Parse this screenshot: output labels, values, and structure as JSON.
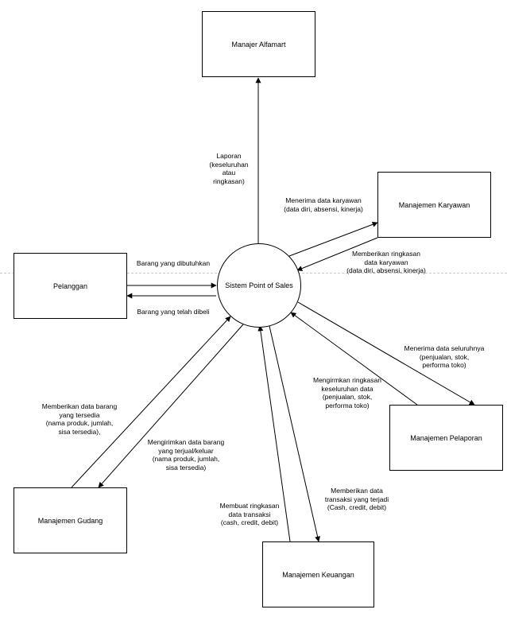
{
  "process": {
    "label": "Sistem Point of Sales"
  },
  "entities": {
    "manajer": "Manajer Alfamart",
    "pelanggan": "Pelanggan",
    "karyawan": "Manajemen Karyawan",
    "pelaporan": "Manajemen Pelaporan",
    "gudang": "Manajemen Gudang",
    "keuangan": "Manajemen Keuangan"
  },
  "flows": {
    "laporan": "Laporan\n(keseluruhan\natau\nringkasan)",
    "karyawan_in": "Menerima data karyawan\n(data diri, absensi, kinerja)",
    "karyawan_out": "Memberikan ringkasan\ndata karyawan\n(data diri, absensi, kinerja)",
    "pelanggan_in": "Barang yang dibutuhkan",
    "pelanggan_out": "Barang yang telah dibeli",
    "pelaporan_in": "Menerima data seluruhnya\n(penjualan, stok,\nperforma toko)",
    "pelaporan_out": "Mengirmkan ringkasan\nkeseluruhan data\n(penjualan, stok,\nperforma toko)",
    "gudang_in": "Memberikan data barang\nyang tersedia\n(nama produk, jumlah,\nsisa tersedia),",
    "gudang_out": "Mengirimkan data barang\nyang terjual/keluar\n(nama produk, jumlah,\nsisa tersedia)",
    "keuangan_in": "Membuat ringkasan\ndata transaksi\n(cash, credit, debit)",
    "keuangan_out": "Memberikan data\ntransaksi yang terjadi\n(Cash, credit, debit)"
  }
}
